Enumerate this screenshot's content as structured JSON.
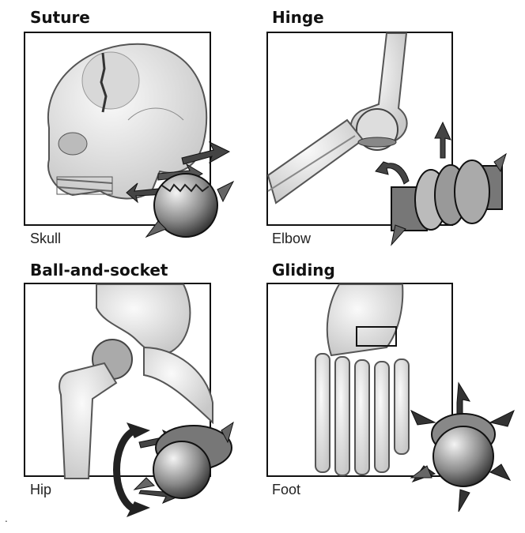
{
  "joints": [
    {
      "title": "Suture",
      "caption": "Skull",
      "icon": "skull-illustration"
    },
    {
      "title": "Hinge",
      "caption": "Elbow",
      "icon": "elbow-illustration"
    },
    {
      "title": "Ball-and-socket",
      "caption": "Hip",
      "icon": "hip-illustration"
    },
    {
      "title": "Gliding",
      "caption": "Foot",
      "icon": "foot-illustration"
    }
  ],
  "stray_mark": "."
}
